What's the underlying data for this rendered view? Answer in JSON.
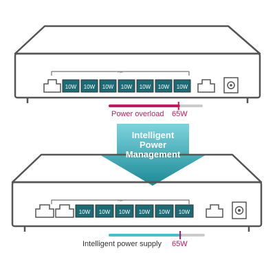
{
  "top_switch": {
    "poe_label": "PoE",
    "port_labels": [
      "10W",
      "10W",
      "10W",
      "10W",
      "10W",
      "10W",
      "10W"
    ],
    "power_bar": {
      "caption": "Power overload",
      "value": "65W",
      "fill_fraction": 0.75
    }
  },
  "arrow": {
    "lines": [
      "Intelligent",
      "Power",
      "Management"
    ]
  },
  "bottom_switch": {
    "poe_label": "PoE",
    "port_labels": [
      "10W",
      "10W",
      "10W",
      "10W",
      "10W",
      "10W"
    ],
    "power_bar": {
      "caption": "Intelligent power supply",
      "value": "65W",
      "fill_fraction": 0.75
    }
  },
  "colors": {
    "outline": "#555555",
    "port_active": "#1c6b74",
    "arrow_gradient_top": "#7dd3dc",
    "arrow_gradient_bottom": "#1b8a96",
    "overload": "#c8175d",
    "supply": "#3fc4cf",
    "bar_track": "#cccccc"
  }
}
